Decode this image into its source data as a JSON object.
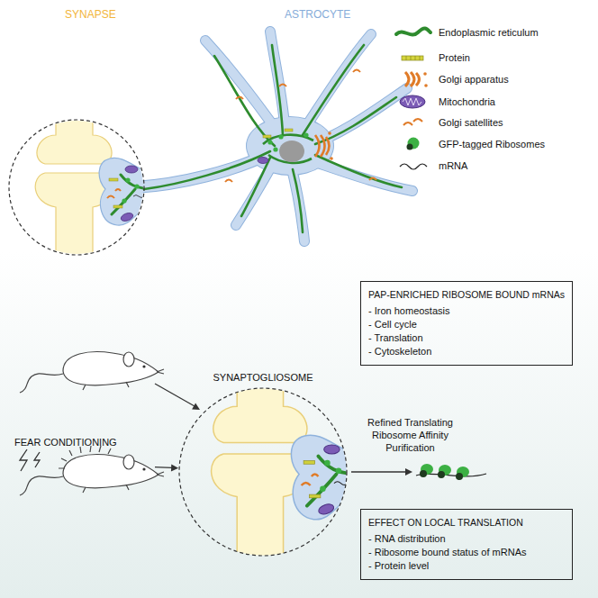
{
  "diagram": {
    "nodes": [
      {
        "text": [
          "PAP-ENRICHED RIBOSOME BOUND mRNAs",
          "- Iron homeostasis",
          "- Cell cycle",
          "- Translation",
          "- Cytoskeleton"
        ]
      },
      {
        "text": [
          "SYNAPTOGLIOSOME"
        ]
      },
      {
        "text": [
          "FEAR CONDITIONING"
        ]
      },
      {
        "text": [
          "EFFECT ON LOCAL TRANSLATION",
          "- RNA distribution",
          "- Ribosome bound status of mRNAs",
          "- Protein level"
        ]
      }
    ],
    "edges": [
      {
        "from": 2,
        "to": 1,
        "arrow": "to"
      }
    ],
    "labels": [
      "SYNAPSE",
      "ASTROCYTE",
      "Refined Translating Ribosome Affinity Purification"
    ],
    "legend": [
      {
        "text": "Endoplasmic reticulum"
      },
      {
        "text": "Protein"
      },
      {
        "text": "Golgi apparatus"
      },
      {
        "text": "Mitochondria"
      },
      {
        "text": "Golgi satellites"
      },
      {
        "text": "GFP-tagged Ribosomes"
      },
      {
        "text": "mRNA"
      }
    ]
  }
}
